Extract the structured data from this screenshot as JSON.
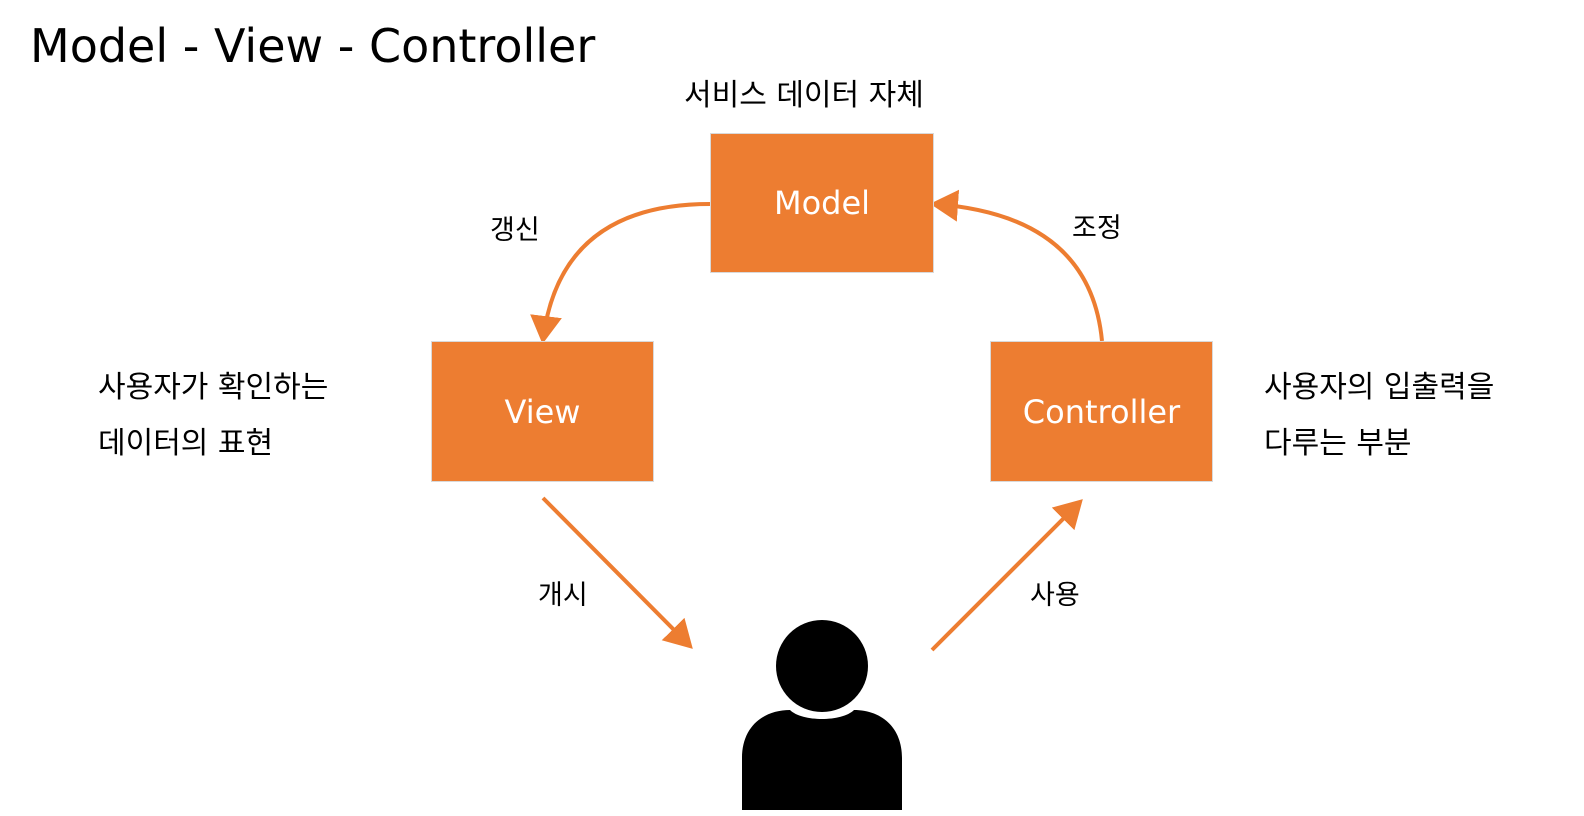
{
  "title": "Model - View - Controller",
  "nodes": {
    "model": {
      "label": "Model",
      "description": "서비스 데이터 자체"
    },
    "view": {
      "label": "View",
      "description_line1": "사용자가 확인하는",
      "description_line2": "데이터의 표현"
    },
    "controller": {
      "label": "Controller",
      "description_line1": "사용자의 입출력을",
      "description_line2": "다루는 부분"
    }
  },
  "edges": {
    "model_to_view": "갱신",
    "controller_to_model": "조정",
    "view_to_user": "개시",
    "user_to_controller": "사용"
  },
  "colors": {
    "box_fill": "#ED7D31",
    "box_text": "#FFFFFF",
    "arrow": "#ED7D31",
    "text": "#000000",
    "user_icon": "#000000"
  },
  "icons": {
    "user": "user-silhouette-icon"
  }
}
